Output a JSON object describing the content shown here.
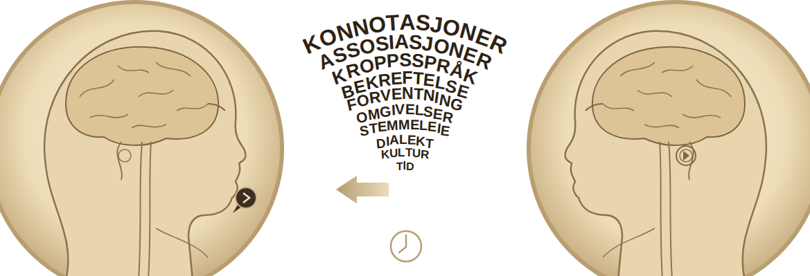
{
  "diagram": {
    "labels": [
      "KONNOTASJONER",
      "ASSOSIASJONER",
      "KROPPSSPRÅK",
      "BEKREFTELSE",
      "FORVENTNING",
      "OMGIVELSER",
      "STEMMELEIE",
      "DIALEKT",
      "KULTUR",
      "TID"
    ]
  }
}
